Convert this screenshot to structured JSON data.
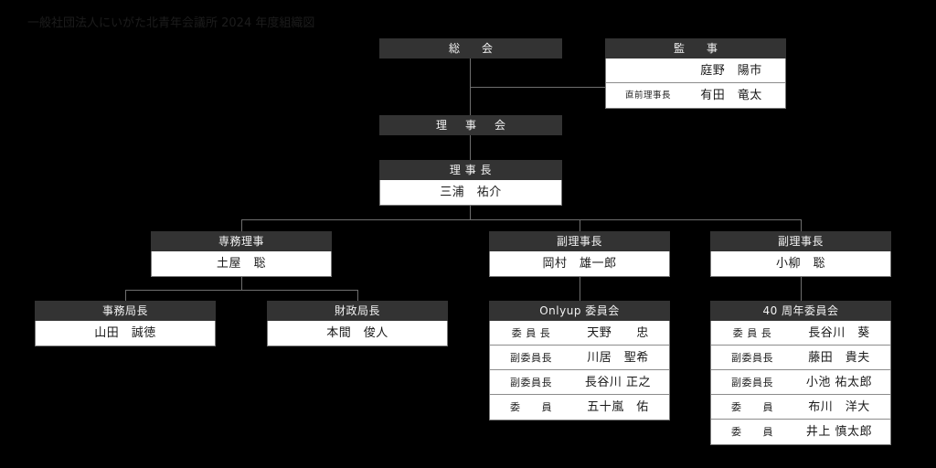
{
  "title": "一般社団法人にいがた北青年会議所 2024 年度組織図",
  "colors": {
    "background": "#000000",
    "header_bar": "#333333",
    "body_fill": "#ffffff",
    "line": "#6e6e6e",
    "title_text": "#1c1c1c"
  },
  "nodes": {
    "general_meeting": {
      "header": "総　会"
    },
    "auditor": {
      "header": "監　事",
      "rows": [
        {
          "role": "",
          "name": "庭野　陽市"
        },
        {
          "role": "直前理事長",
          "name": "有田　竜太"
        }
      ]
    },
    "board": {
      "header": "理　事　会"
    },
    "chairman": {
      "header": "理 事 長",
      "name": "三浦　祐介"
    },
    "managing_director": {
      "header": "専務理事",
      "name": "土屋　聡"
    },
    "vice_chairman_1": {
      "header": "副理事長",
      "name": "岡村　雄一郎"
    },
    "vice_chairman_2": {
      "header": "副理事長",
      "name": "小柳　聡"
    },
    "secretariat": {
      "header": "事務局長",
      "name": "山田　誠徳"
    },
    "finance": {
      "header": "財政局長",
      "name": "本間　俊人"
    },
    "onlyup_committee": {
      "header": "Onlyup 委員会",
      "rows": [
        {
          "role": "委 員 長",
          "name": "天野　　忠"
        },
        {
          "role": "副委員長",
          "name": "川居　聖希"
        },
        {
          "role": "副委員長",
          "name": "長谷川 正之"
        },
        {
          "role": "委　　員",
          "name": "五十嵐　佑"
        }
      ]
    },
    "anniversary_committee": {
      "header": "40 周年委員会",
      "rows": [
        {
          "role": "委 員 長",
          "name": "長谷川　葵"
        },
        {
          "role": "副委員長",
          "name": "藤田　貴夫"
        },
        {
          "role": "副委員長",
          "name": "小池 祐太郎"
        },
        {
          "role": "委　　員",
          "name": "布川　洋大"
        },
        {
          "role": "委　　員",
          "name": "井上 慎太郎"
        }
      ]
    }
  }
}
